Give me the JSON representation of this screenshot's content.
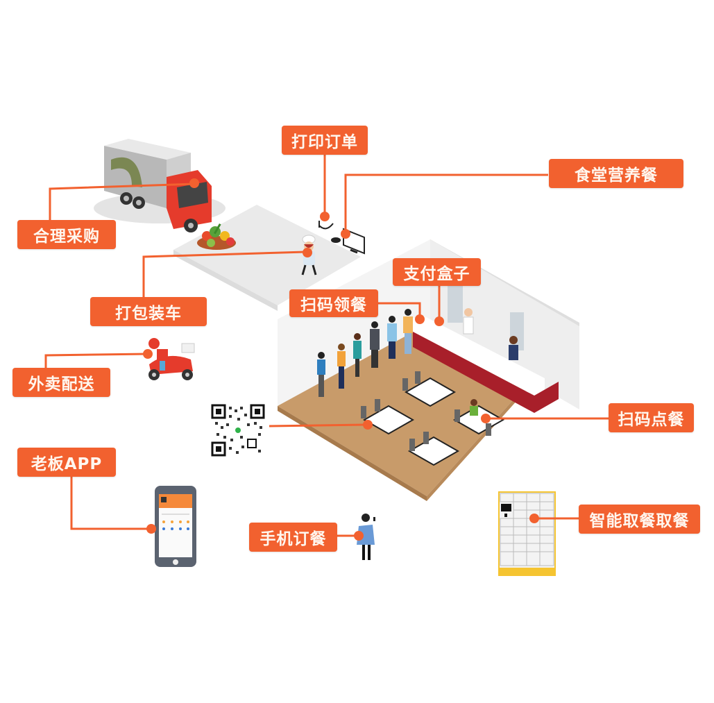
{
  "diagram": {
    "theme": {
      "accent": "#f2612f",
      "label_text": "#fff7ef",
      "floor": "#c89b6a",
      "counter": "#a81f2a",
      "wall": "#f1f1f1"
    },
    "labels": {
      "print_order": "打印订单",
      "canteen_meal": "食堂营养餐",
      "purchase": "合理采购",
      "pack_load": "打包装车",
      "scan_pickup": "扫码领餐",
      "payment_box": "支付盒子",
      "delivery": "外卖配送",
      "scan_order": "扫码点餐",
      "boss_app": "老板APP",
      "mobile_order": "手机订餐",
      "smart_pickup": "智能取餐取餐"
    },
    "illustrations": {
      "truck": "delivery-truck",
      "vegetables": "vegetable-basket",
      "chef": "chef",
      "printer": "receipt-printer",
      "monitor": "kitchen-monitor",
      "scooter": "delivery-scooter",
      "qr_code": "qr-code",
      "phone": "smartphone",
      "person_phone": "person-with-phone",
      "locker": "smart-locker",
      "canteen": "canteen-room"
    }
  }
}
